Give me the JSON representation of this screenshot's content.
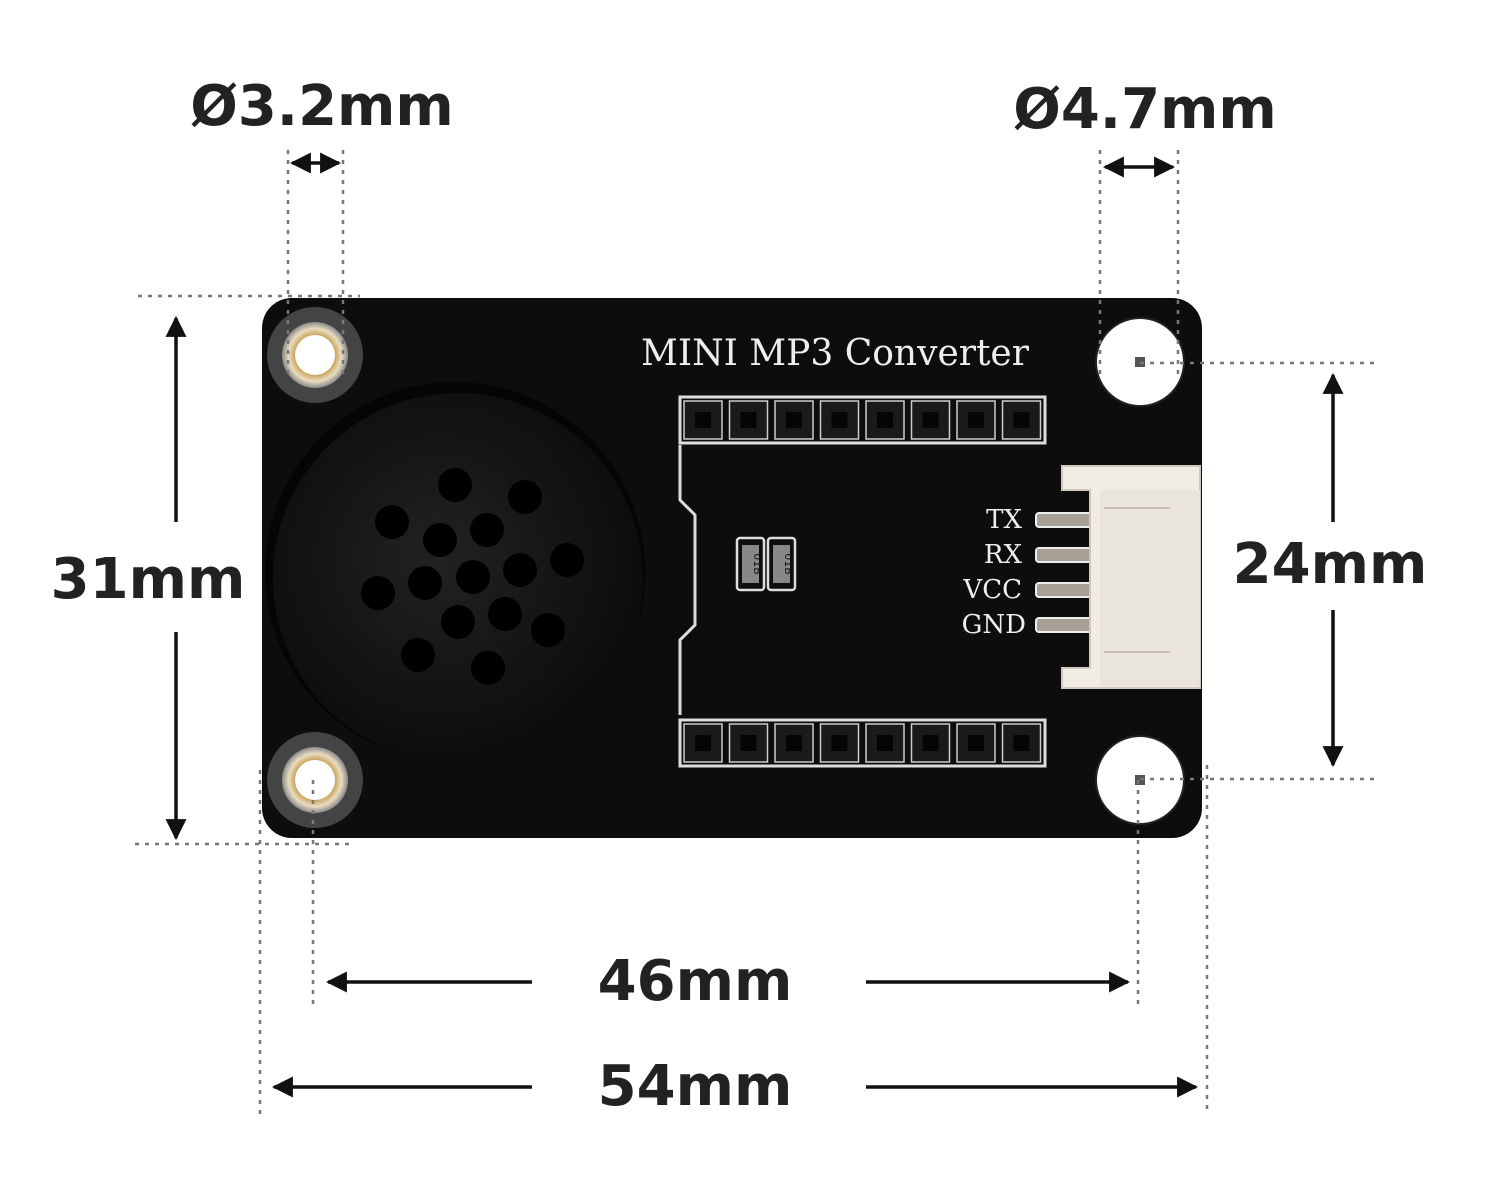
{
  "board": {
    "title": "MINI MP3 Converter",
    "pin_labels": [
      "TX",
      "RX",
      "VCC",
      "GND"
    ],
    "resistor_marking": [
      "01B",
      "01B"
    ]
  },
  "dimensions": {
    "hole_small": "Ø3.2mm",
    "hole_large": "Ø4.7mm",
    "height": "31mm",
    "hole_spacing_vertical": "24mm",
    "hole_spacing_horizontal": "46mm",
    "width": "54mm"
  },
  "colors": {
    "pcb": "#0d0d0d",
    "text": "#222222"
  }
}
